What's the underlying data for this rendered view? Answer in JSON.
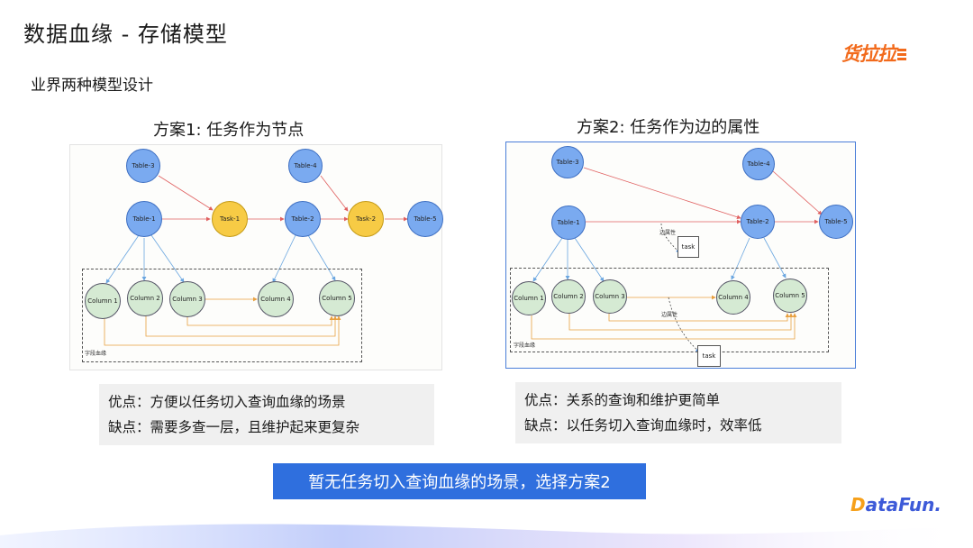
{
  "header": {
    "title": "数据血缘 - 存储模型",
    "subtitle": "业界两种模型设计",
    "logo_text": "货拉拉"
  },
  "plan1": {
    "title": "方案1: 任务作为节点",
    "nodes": {
      "table3": "Table-3",
      "table4": "Table-4",
      "table1": "Table-1",
      "task1": "Task-1",
      "table2": "Table-2",
      "task2": "Task-2",
      "table5": "Table-5",
      "col1": "Column 1",
      "col2": "Column 2",
      "col3": "Column 3",
      "col4": "Column 4",
      "col5": "Column 5"
    },
    "field_lineage_label": "字段血缘",
    "pros": "优点：方便以任务切入查询血缘的场景",
    "cons": "缺点：需要多查一层，且维护起来更复杂"
  },
  "plan2": {
    "title": "方案2: 任务作为边的属性",
    "nodes": {
      "table3": "Table-3",
      "table4": "Table-4",
      "table1": "Table-1",
      "table2": "Table-2",
      "table5": "Table-5",
      "col1": "Column 1",
      "col2": "Column 2",
      "col3": "Column 3",
      "col4": "Column 4",
      "col5": "Column 5"
    },
    "edge_attr_label_1": "边属性",
    "edge_attr_label_2": "边属性",
    "task_box_1": "task",
    "task_box_2": "task",
    "field_lineage_label": "字段血缘",
    "pros": "优点：关系的查询和维护更简单",
    "cons": "缺点：以任务切入查询血缘时，效率低"
  },
  "conclusion": "暂无任务切入查询血缘的场景，选择方案2",
  "footer_brand": {
    "d": "D",
    "rest": "ataFun."
  },
  "colors": {
    "table_node": "#7aaaf0",
    "task_node": "#f7cb45",
    "column_node": "#d5ead3",
    "conclusion_bg": "#2f6fde",
    "table_edge": "#e06060",
    "column_edge": "#6aa6e0",
    "column_flow": "#e8a040"
  }
}
